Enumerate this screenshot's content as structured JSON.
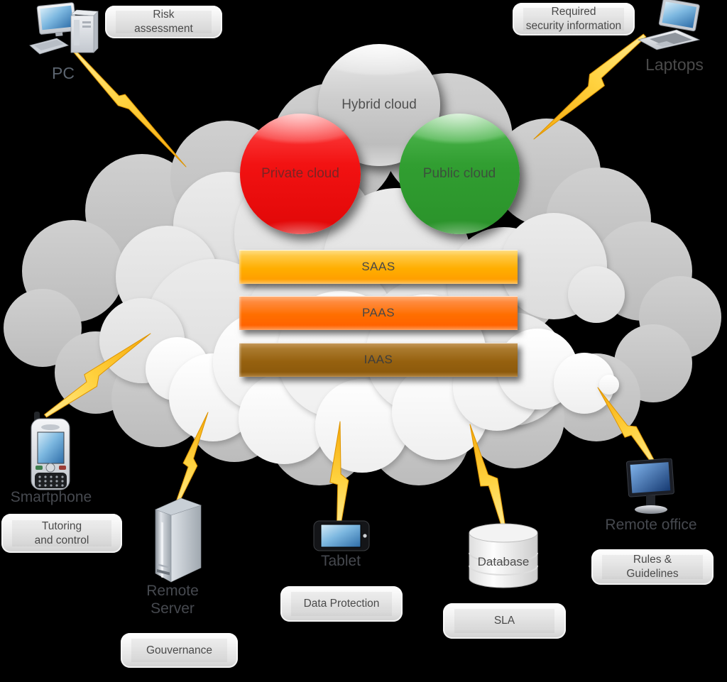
{
  "diagram": {
    "background_color": "#000000",
    "deployment_models": [
      {
        "id": "hybrid-cloud",
        "label": "Hybrid cloud",
        "color": "#c9c9c9",
        "text_color": "#4f4f4f"
      },
      {
        "id": "private-cloud",
        "label": "Private cloud",
        "color": "#ee0c0c",
        "text_color": "#7a2424"
      },
      {
        "id": "public-cloud",
        "label": "Public cloud",
        "color": "#2e9b2e",
        "text_color": "#3c503c"
      }
    ],
    "service_layers": [
      {
        "id": "saas",
        "label": "SAAS",
        "color": "#ffae00"
      },
      {
        "id": "paas",
        "label": "PAAS",
        "color": "#ff6f00"
      },
      {
        "id": "iaas",
        "label": "IAAS",
        "color": "#9a6414"
      }
    ],
    "devices": [
      {
        "id": "pc",
        "caption": "PC"
      },
      {
        "id": "laptops",
        "caption": "Laptops"
      },
      {
        "id": "smartphone",
        "caption": "Smartphone"
      },
      {
        "id": "remote-server",
        "caption": "Remote Server"
      },
      {
        "id": "tablet",
        "caption": "Tablet"
      },
      {
        "id": "database",
        "caption": "Database"
      },
      {
        "id": "remote-office",
        "caption": "Remote office"
      }
    ],
    "annotations": [
      {
        "id": "risk-assessment",
        "lines": [
          "Risk",
          "assessment"
        ]
      },
      {
        "id": "required-security-information",
        "lines": [
          "Required",
          "security information"
        ]
      },
      {
        "id": "tutoring-and-control",
        "lines": [
          "Tutoring",
          "and control"
        ]
      },
      {
        "id": "gouvernance",
        "lines": [
          "Gouvernance"
        ]
      },
      {
        "id": "data-protection",
        "lines": [
          "Data Protection"
        ]
      },
      {
        "id": "sla",
        "lines": [
          "SLA"
        ]
      },
      {
        "id": "rules-guidelines",
        "lines": [
          "Rules &",
          "Guidelines"
        ]
      }
    ],
    "colors": {
      "cloud_outer": "#c5c5c5",
      "cloud_inner": "#e4e4e4",
      "cloud_bottom": "#fbfbfb",
      "lightning": "#ffd23f",
      "lightning_edge": "#de9400",
      "screen_blue": "#2e6da8"
    }
  }
}
